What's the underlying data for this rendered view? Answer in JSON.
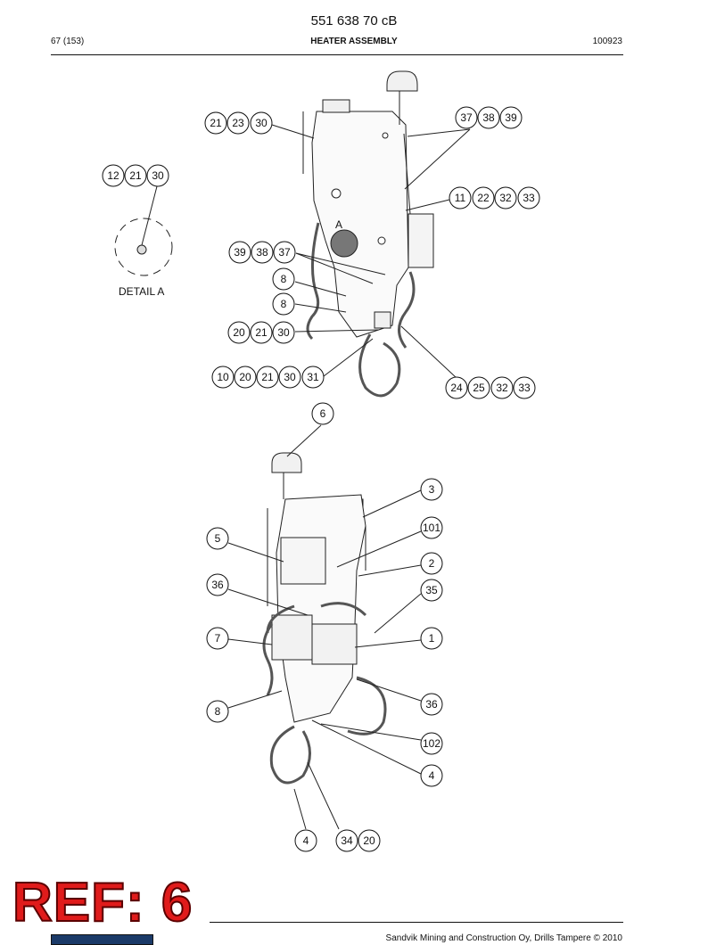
{
  "header": {
    "doc_number": "551 638 70 cB",
    "page_ref": "67 (153)",
    "title": "HEATER ASSEMBLY",
    "date_code": "100923"
  },
  "detail": {
    "label": "DETAIL A",
    "letter": "A"
  },
  "callouts_top": [
    [
      "21",
      "23",
      "30"
    ],
    [
      "37",
      "38",
      "39"
    ],
    [
      "12",
      "21",
      "30"
    ],
    [
      "11",
      "22",
      "32",
      "33"
    ],
    [
      "39",
      "38",
      "37"
    ],
    [
      "8"
    ],
    [
      "8"
    ],
    [
      "20",
      "21",
      "30"
    ],
    [
      "10",
      "20",
      "21",
      "30",
      "31"
    ],
    [
      "24",
      "25",
      "32",
      "33"
    ]
  ],
  "callouts_bottom": [
    [
      "6"
    ],
    [
      "3"
    ],
    [
      "101"
    ],
    [
      "5"
    ],
    [
      "2"
    ],
    [
      "36"
    ],
    [
      "35"
    ],
    [
      "7"
    ],
    [
      "1"
    ],
    [
      "36"
    ],
    [
      "8"
    ],
    [
      "102"
    ],
    [
      "4"
    ],
    [
      "4"
    ],
    [
      "34",
      "20"
    ]
  ],
  "footer": {
    "stamp": "REF: 6",
    "copyright": "Sandvik Mining and Construction Oy, Drills Tampere © 2010"
  }
}
